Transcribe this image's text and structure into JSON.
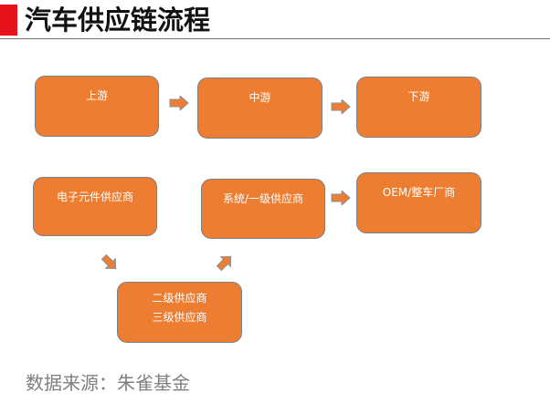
{
  "title": "汽车供应链流程",
  "nodes": {
    "upstream": "上游",
    "midstream": "中游",
    "downstream": "下游",
    "electronic_supplier": "电子元件供应商",
    "system_tier1_supplier": "系统/一级供应商",
    "oem": "OEM/整车厂商",
    "tier2_supplier": "二级供应商",
    "tier3_supplier": "三级供应商"
  },
  "source": "数据来源：朱雀基金",
  "colors": {
    "box_fill": "#ed7d31",
    "box_border": "#7a7f8a",
    "arrow": "#ed7d31",
    "accent": "#e8121a"
  }
}
